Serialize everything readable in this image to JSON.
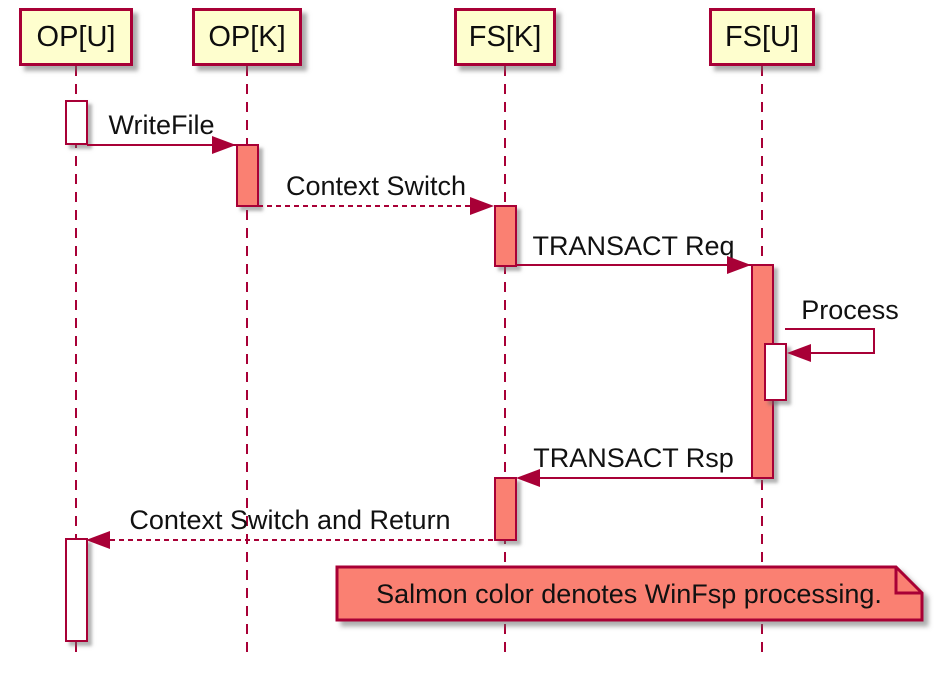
{
  "participants": [
    {
      "label": "OP[U]"
    },
    {
      "label": "OP[K]"
    },
    {
      "label": "FS[K]"
    },
    {
      "label": "FS[U]"
    }
  ],
  "messages": [
    {
      "label": "WriteFile",
      "from": "OP[U]",
      "to": "OP[K]",
      "line": "solid"
    },
    {
      "label": "Context Switch",
      "from": "OP[K]",
      "to": "FS[K]",
      "line": "dashed"
    },
    {
      "label": "TRANSACT Req",
      "from": "FS[K]",
      "to": "FS[U]",
      "line": "solid"
    },
    {
      "label": "Process",
      "from": "FS[U]",
      "to": "FS[U]",
      "line": "solid"
    },
    {
      "label": "TRANSACT Rsp",
      "from": "FS[U]",
      "to": "FS[K]",
      "line": "solid"
    },
    {
      "label": "Context Switch and Return",
      "from": "FS[K]",
      "to": "OP[U]",
      "line": "dashed"
    }
  ],
  "note": {
    "text": "Salmon color denotes WinFsp processing."
  },
  "colors": {
    "participant_fill": "#FEFECE",
    "border": "#A80036",
    "activation_salmon": "#FA8072",
    "activation_white": "#FFFFFF",
    "note_fill": "#FA8072",
    "text": "#111111",
    "background": "#FFFFFF"
  }
}
